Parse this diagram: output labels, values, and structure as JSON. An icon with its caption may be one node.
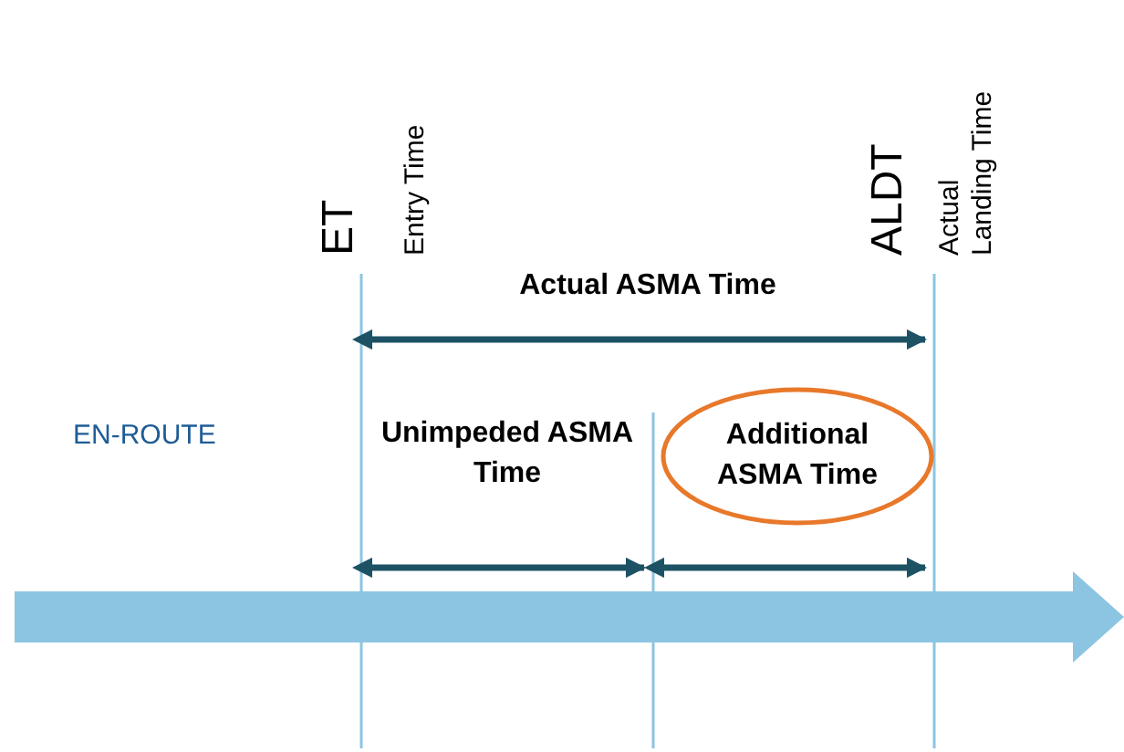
{
  "diagram": {
    "nodes": [
      {
        "text": [
          "Additional ASMA Time"
        ]
      }
    ],
    "edges": [],
    "labels": [
      "ET",
      "Entry Time",
      "ALDT",
      "Actual Landing Time",
      "Actual ASMA Time",
      "EN-ROUTE",
      "Unimpeded ASMA Time"
    ]
  }
}
